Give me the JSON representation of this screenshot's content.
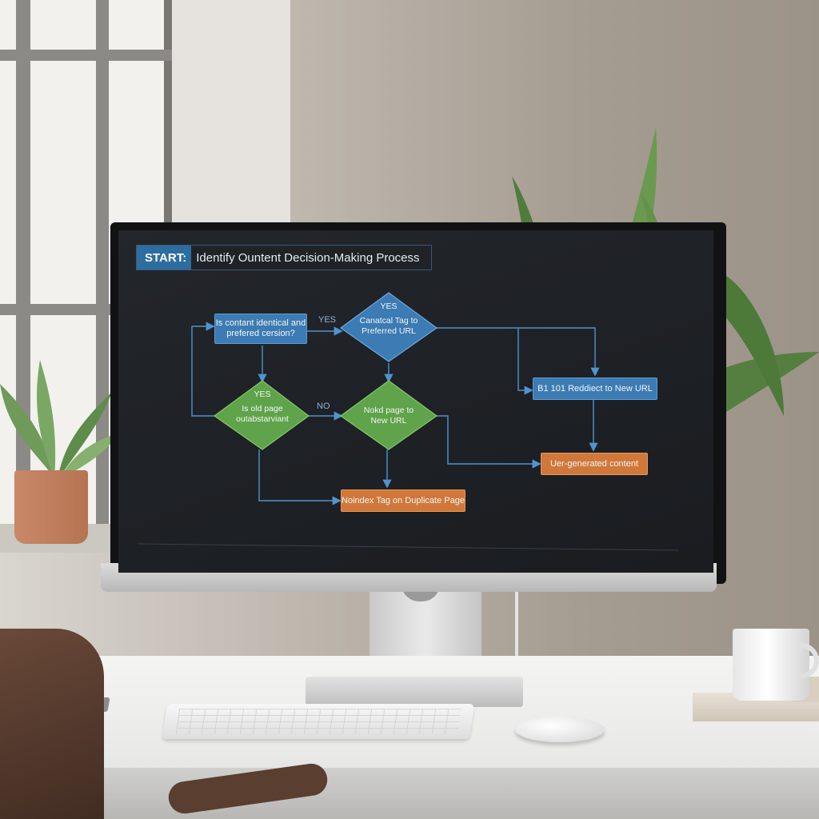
{
  "screen": {
    "title_start": "START:",
    "title_text": "Identify Ountent Decision-Making Process"
  },
  "flowchart": {
    "node_content_identical": "Is contant identical and prefered cersion?",
    "diamond_canonical_yes": "YES",
    "diamond_canonical": "Canatcal Tag to Preferred URL",
    "diamond_old_page_yes": "YES",
    "diamond_old_page": "Is old page outabstarviant",
    "diamond_noindex": "Nokd page to New URL",
    "node_redirect": "B1 101 Reddiect to New URL",
    "node_user_generated": "Uer-generated content",
    "node_noindex_tag": "Noindex Tag on Duplicate Page",
    "edge_label_yes": "YES",
    "edge_label_no": "NO"
  },
  "colors": {
    "blue": "#3c7bb3",
    "green": "#5fa34a",
    "orange": "#d0783a",
    "connector": "#4f94cf"
  }
}
